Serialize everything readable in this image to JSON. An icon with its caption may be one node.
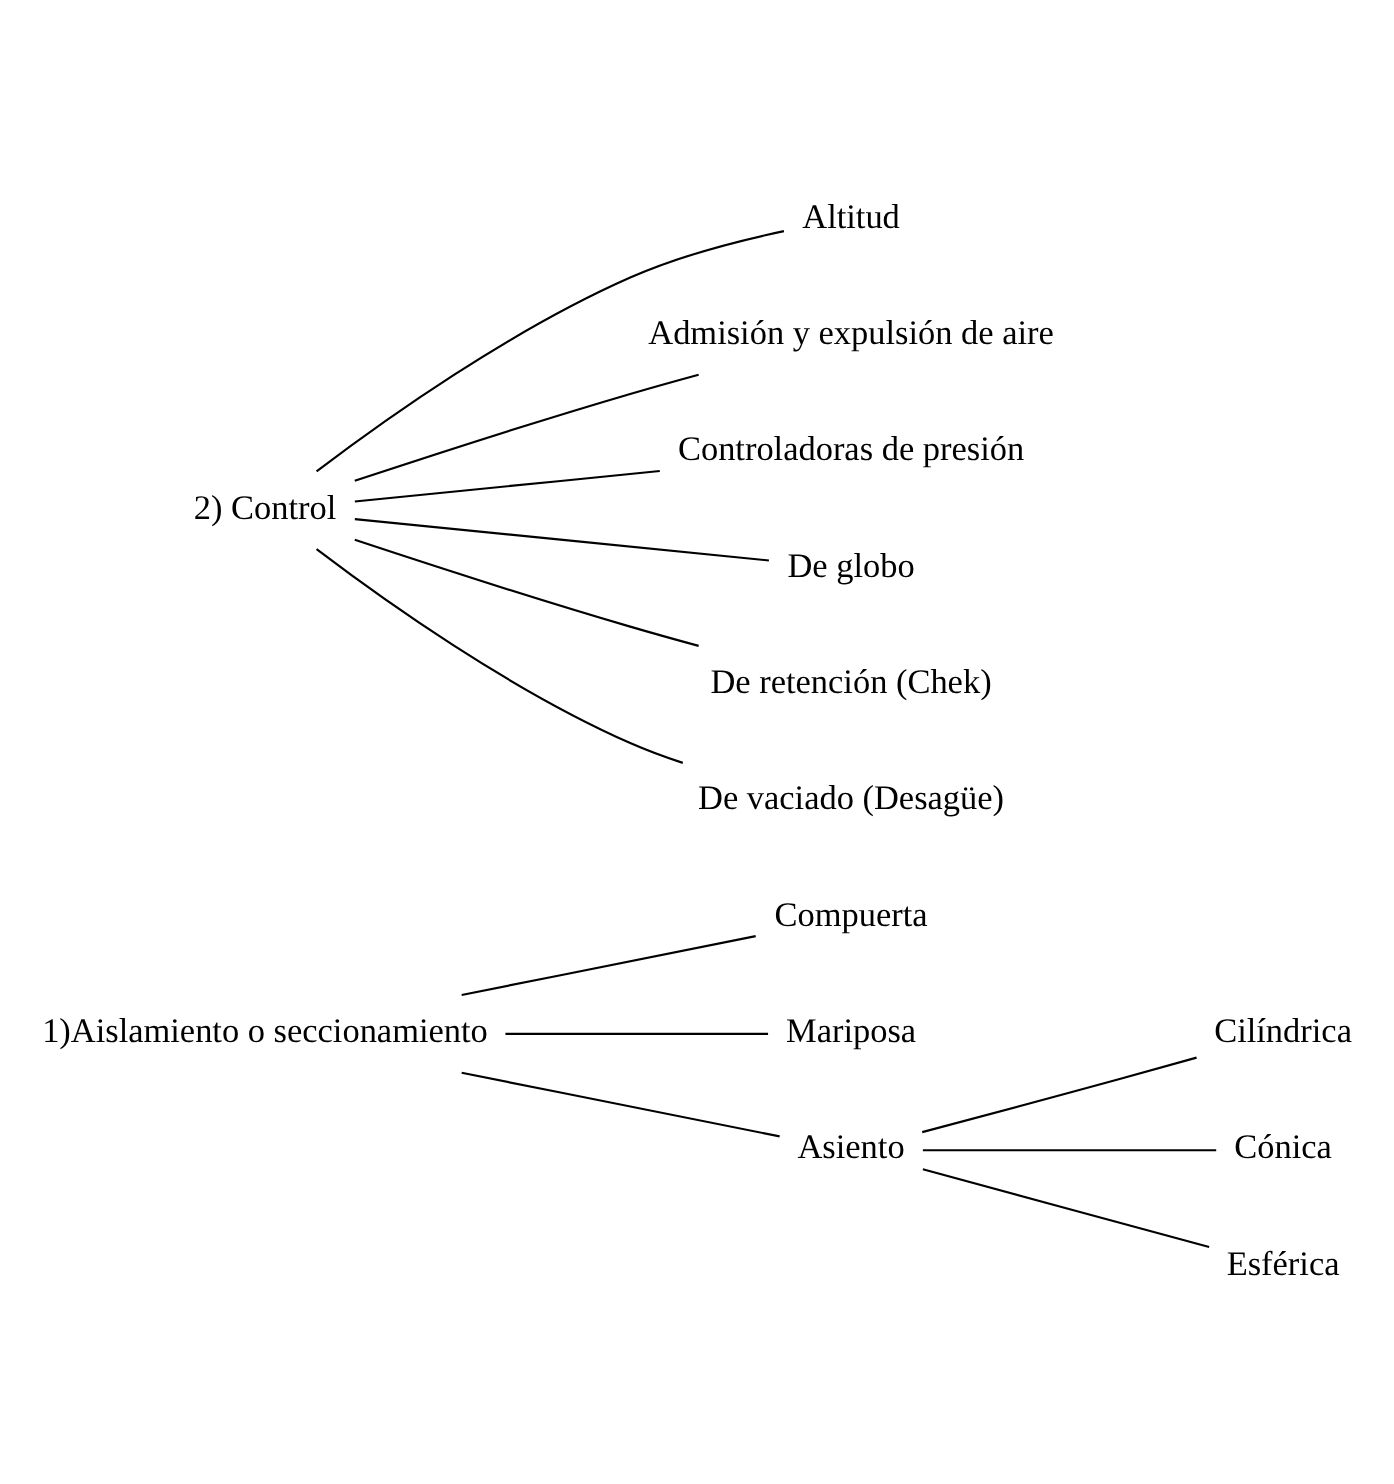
{
  "diagram": {
    "nodes": [
      {
        "text": [
          "1)Aislamiento o seccionamiento"
        ]
      },
      {
        "text": [
          "Compuerta"
        ]
      },
      {
        "text": [
          "Mariposa"
        ]
      },
      {
        "text": [
          "Asiento"
        ]
      },
      {
        "text": [
          "Cilíndrica"
        ]
      },
      {
        "text": [
          "Cónica"
        ]
      },
      {
        "text": [
          "Esférica"
        ]
      },
      {
        "text": [
          "2) Control"
        ]
      },
      {
        "text": [
          "Altitud"
        ]
      },
      {
        "text": [
          "Admisión y expulsión de aire"
        ]
      },
      {
        "text": [
          "Controladoras de presión"
        ]
      },
      {
        "text": [
          "De globo"
        ]
      },
      {
        "text": [
          "De retención (Chek)"
        ]
      },
      {
        "text": [
          "De vaciado (Desagüe)"
        ]
      }
    ],
    "edges": [
      {
        "from": 0,
        "to": 1,
        "arrow": "none"
      },
      {
        "from": 0,
        "to": 2,
        "arrow": "none"
      },
      {
        "from": 0,
        "to": 3,
        "arrow": "none"
      },
      {
        "from": 3,
        "to": 4,
        "arrow": "none"
      },
      {
        "from": 3,
        "to": 5,
        "arrow": "none"
      },
      {
        "from": 3,
        "to": 6,
        "arrow": "none"
      },
      {
        "from": 7,
        "to": 8,
        "arrow": "none"
      },
      {
        "from": 7,
        "to": 9,
        "arrow": "none"
      },
      {
        "from": 7,
        "to": 10,
        "arrow": "none"
      },
      {
        "from": 7,
        "to": 11,
        "arrow": "none"
      },
      {
        "from": 7,
        "to": 12,
        "arrow": "none"
      },
      {
        "from": 7,
        "to": 13,
        "arrow": "none"
      }
    ]
  }
}
